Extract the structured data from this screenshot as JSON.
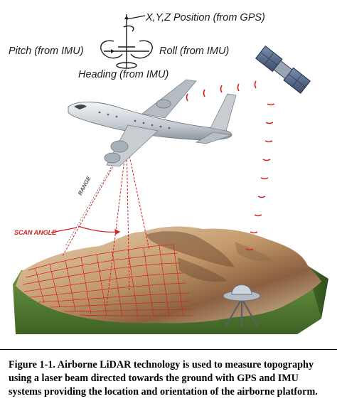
{
  "labels": {
    "xyz_position": "X,Y,Z Position (from GPS)",
    "pitch": "Pitch (from IMU)",
    "roll": "Roll (from IMU)",
    "heading": "Heading (from IMU)",
    "scan_angle": "SCAN ANGLE",
    "range": "RANGE"
  },
  "caption": "Figure 1-1. Airborne LiDAR technology is used to measure topography using a laser beam directed towards the ground with GPS and IMU systems providing the location and orientation of the airborne platform.",
  "colors": {
    "laser_red": "#d42020",
    "terrain_green": "#5f8a3a",
    "terrain_brown": "#b88a5a",
    "plane_gray": "#c9cdd2"
  }
}
